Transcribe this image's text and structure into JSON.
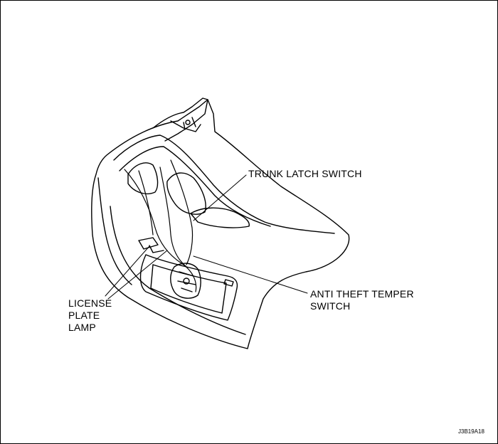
{
  "labels": {
    "trunk_latch_switch": "TRUNK LATCH SWITCH",
    "anti_theft_line1": "ANTI THEFT TEMPER",
    "anti_theft_line2": "SWITCH",
    "license_line1": "LICENSE",
    "license_line2": "PLATE",
    "license_line3": "LAMP"
  },
  "figure_code": "J3B19A18"
}
